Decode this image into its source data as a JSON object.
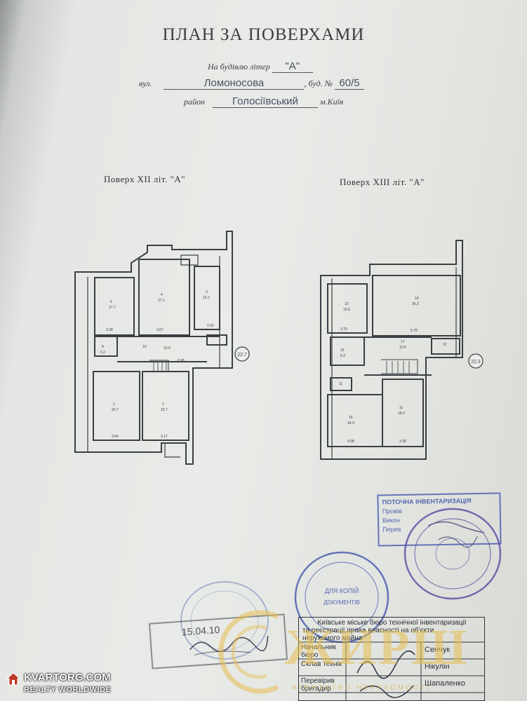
{
  "header": {
    "title": "ПЛАН ЗА ПОВЕРХАМИ",
    "building_label": "На будівлю літер",
    "building_value": "\"А\"",
    "street_label": "вул.",
    "street_value": "Ломоносова",
    "house_label": ", буд. №",
    "house_value": "60/5",
    "district_label": "район",
    "district_value": "Голосіївський",
    "city_label": "м.Київ"
  },
  "floors": [
    {
      "title": "Поверх  XII  літ. \"А\"",
      "marker": "22.7"
    },
    {
      "title": "Поверх  XIII  літ. \"А\"",
      "marker": "22.3"
    }
  ],
  "stamp_rect": {
    "line1": "ПОТОЧНА ІНВЕНТАРИЗАЦІЯ",
    "line2": "Провів",
    "line3": "Викон",
    "line4": "Перев"
  },
  "stamp_round": {
    "text1": "ДЛЯ КОПІЙ",
    "text2": "ДОКУМЕНТІВ",
    "date": "15.04.10"
  },
  "signature_table": {
    "header_line1": "Київське міське бюро технічної інвентаризації",
    "header_line2": "та реєстрації права власності на об'єкти",
    "header_line3": "нерухомого майна",
    "rows": [
      {
        "role": "Начальник бюро",
        "name": "Сенчук"
      },
      {
        "role": "Склав технік",
        "name": "Нікулін"
      },
      {
        "role": "Перевірив бригадир",
        "name": "Шапаленко"
      }
    ]
  },
  "watermark": {
    "logo": "ЖИРШ",
    "sub": "АГЕНТСТВО НЕРУХОМОСТІ"
  },
  "site_badge": {
    "name": "KVARTORG.COM",
    "tagline": "REALTY WORLDWIDE"
  },
  "colors": {
    "paper": "#e7e9e6",
    "ink": "#2a2d30",
    "stamp_blue": "#3a4ea8",
    "stamp_purple": "#5a4aa0",
    "watermark": "#e6be50"
  }
}
